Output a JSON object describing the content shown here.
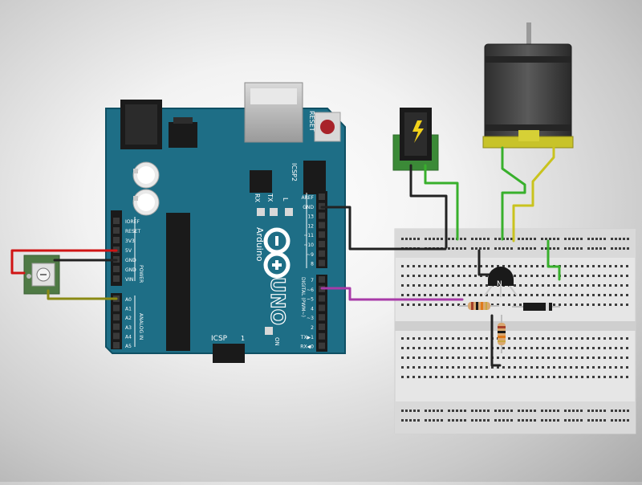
{
  "board": {
    "reset_label": "RESET",
    "icsp2_label": "ICSP2",
    "rx_label": "RX",
    "tx_label": "TX",
    "l_label": "L",
    "on_label": "ON",
    "icsp_label": "ICSP",
    "icsp_pin1_label": "1",
    "brand": "Arduino",
    "model": "UNO",
    "digital_section_label": "DIGITAL (PWM~)",
    "power_section_label": "POWER",
    "analog_section_label": "ANALOG IN",
    "power_pins": [
      "IOREF",
      "RESET",
      "3V3",
      "5V",
      "GND",
      "GND",
      "VIN"
    ],
    "analog_pins": [
      "A0",
      "A1",
      "A2",
      "A3",
      "A4",
      "A5"
    ],
    "digital_upper_pins": [
      "AREF",
      "GND",
      "13",
      "12",
      "~11",
      "~10",
      "~9",
      "8"
    ],
    "digital_lower_pins": [
      "7",
      "~6",
      "~5",
      "4",
      "~3",
      "2",
      "TX▶1",
      "RX◀0"
    ]
  },
  "transistor": {
    "label": "N"
  },
  "colors": {
    "board": "#1e6e86",
    "wire_red": "#d01414",
    "wire_black": "#222222",
    "wire_green": "#38b02c",
    "wire_yellow": "#c9c31e",
    "wire_olive": "#8a8a14",
    "wire_purple": "#a83aa8",
    "breadboard": "#e4e4e4"
  }
}
